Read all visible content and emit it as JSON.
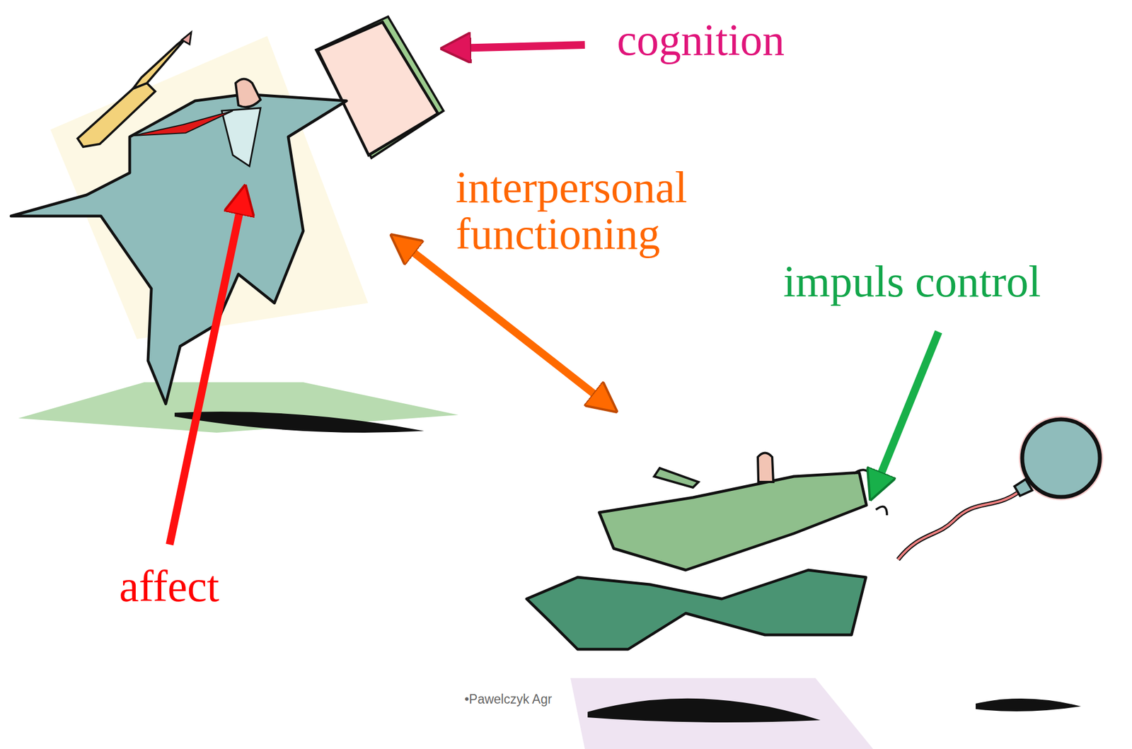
{
  "diagram": {
    "labels": [
      "cognition",
      "interpersonal functioning",
      "impuls control",
      "affect",
      "•Pawelczyk Agr"
    ]
  }
}
